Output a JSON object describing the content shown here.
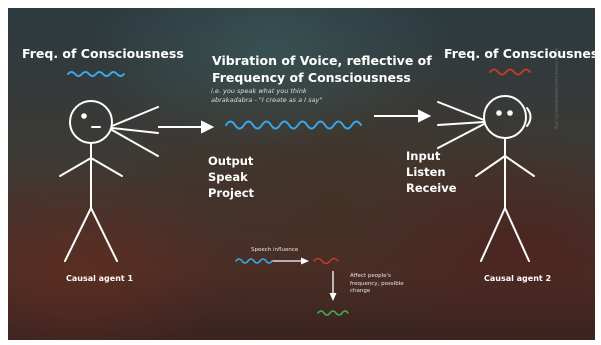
{
  "titles": {
    "left": "Freq. of Consciousness",
    "right": "Freq. of Consciousness",
    "middle_line1": "Vibration of Voice, reflective of",
    "middle_line2": "Frequency of Consciousness"
  },
  "subtitle": {
    "line1": "i.e. you speak what you think",
    "line2": "abrakadabra - \"I create as a I say\""
  },
  "output_list": [
    "Output",
    "Speak",
    "Project"
  ],
  "input_list": [
    "Input",
    "Listen",
    "Receive"
  ],
  "agents": {
    "left": "Causal agent 1",
    "right": "Causal agent 2"
  },
  "bottom": {
    "speech_label": "Speech influence",
    "affect_line1": "Affect people's",
    "affect_line2": "frequency, possible",
    "affect_line3": "change"
  },
  "watermark": "www.consciousnessresearch.org",
  "colors": {
    "wave_blue": "#3aa7e8",
    "wave_red": "#c0392b",
    "wave_green": "#3fb04a",
    "text": "#ffffff"
  }
}
